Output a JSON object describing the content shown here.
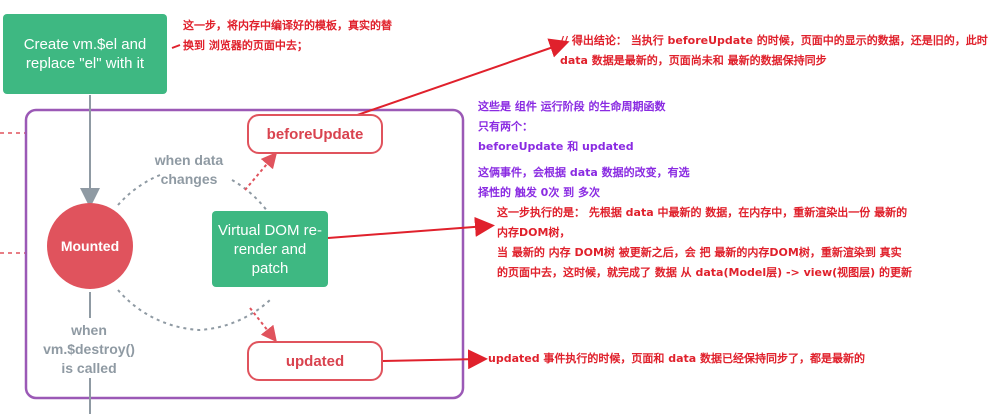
{
  "colors": {
    "green": "#3eb882",
    "red": "#e0535d",
    "purple": "#9b59b6",
    "annotation_red": "#e0212c",
    "annotation_purple": "#8a2be2",
    "gray": "#8f9aa3"
  },
  "nodes": {
    "create_el": "Create vm.$el and replace \"el\" with it",
    "before_update": "beforeUpdate",
    "updated": "updated",
    "mounted": "Mounted",
    "virtual_dom": "Virtual DOM re-render and patch"
  },
  "labels": {
    "when_data_changes": "when data changes",
    "when_destroy": "when vm.$destroy() is called"
  },
  "notes": {
    "create_note_1": "这一步，将内存中编译好的模板，真实的替",
    "create_note_2": "换到 浏览器的页面中去；",
    "before_update_note_1": "// 得出结论： 当执行 beforeUpdate 的时候，页面中的显示的数据，还是旧的，此时",
    "before_update_note_2": "data 数据是最新的，页面尚未和 最新的数据保持同步",
    "lifecycle_note_1": "这些是 组件 运行阶段 的生命周期函数",
    "lifecycle_note_2": "只有两个：",
    "lifecycle_note_3": "beforeUpdate  和  updated",
    "lifecycle_note_4": "这俩事件，会根据 data 数据的改变，有选",
    "lifecycle_note_5": "择性的 触发 0次 到 多次",
    "vdom_note_1": "这一步执行的是： 先根据 data 中最新的 数据，在内存中，重新渲染出一份 最新的",
    "vdom_note_2": "内存DOM树，",
    "vdom_note_3": "当 最新的 内存 DOM树 被更新之后，会 把 最新的内存DOM树，重新渲染到 真实",
    "vdom_note_4": "的页面中去，这时候，就完成了 数据 从  data(Model层) ->  view(视图层) 的更新",
    "updated_note": "updated 事件执行的时候，页面和 data 数据已经保持同步了，都是最新的"
  }
}
